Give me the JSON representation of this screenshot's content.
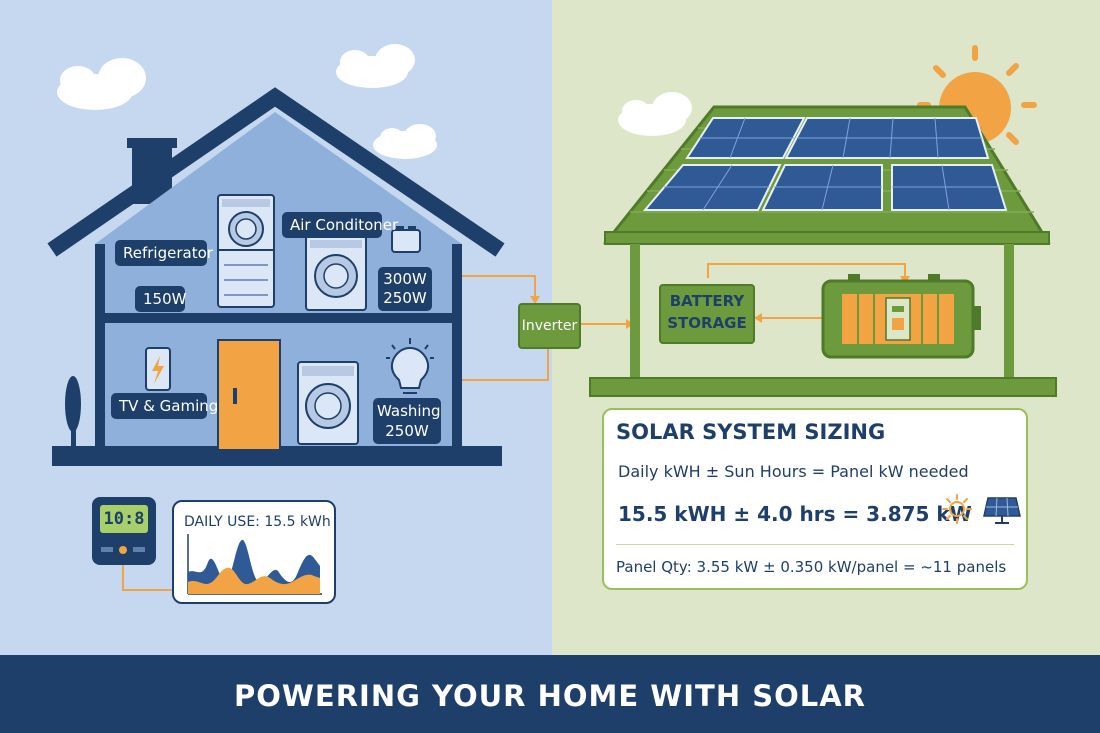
{
  "banner": {
    "title": "POWERING YOUR HOME WITH SOLAR"
  },
  "house": {
    "labels": {
      "refrigerator": "Refrigerator",
      "refrigerator_watts": "150W",
      "air_conditioner": "Air Conditoner",
      "ac_watts_line1": "300W",
      "ac_watts_line2": "250W",
      "tv_gaming": "TV & Gaming",
      "washing": "Washing",
      "washing_watts": "250W"
    }
  },
  "meter": {
    "display": "10:8",
    "daily_use_label": "DAILY USE: 15.5 kWh"
  },
  "inverter": {
    "label": "Inverter"
  },
  "battery": {
    "label_line1": "BATTERY",
    "label_line2": "STORAGE"
  },
  "sizing": {
    "title": "SOLAR SYSTEM SIZING",
    "formula": "Daily kWH ± Sun Hours = Panel kW needed",
    "calculation": "15.5 kWH ± 4.0 hrs = 3.875 kW",
    "panel_qty": "Panel Qty: 3.55 kW ± 0.350 kW/panel = ~11 panels"
  },
  "colors": {
    "left_bg": "#c5d8ef",
    "right_bg": "#dde6c9",
    "navy": "#1f3f6b",
    "house_fill": "#8fb0db",
    "green": "#6c9a3c",
    "orange": "#f2a444",
    "panel_blue": "#2f5a96"
  },
  "icons": [
    "chimney",
    "washer-icon",
    "dryer-icon",
    "ac-unit-icon",
    "phone-icon",
    "lightbulb-icon",
    "door",
    "tree",
    "sun-icon",
    "solar-panel-icon",
    "battery-icon",
    "wave-chart"
  ]
}
